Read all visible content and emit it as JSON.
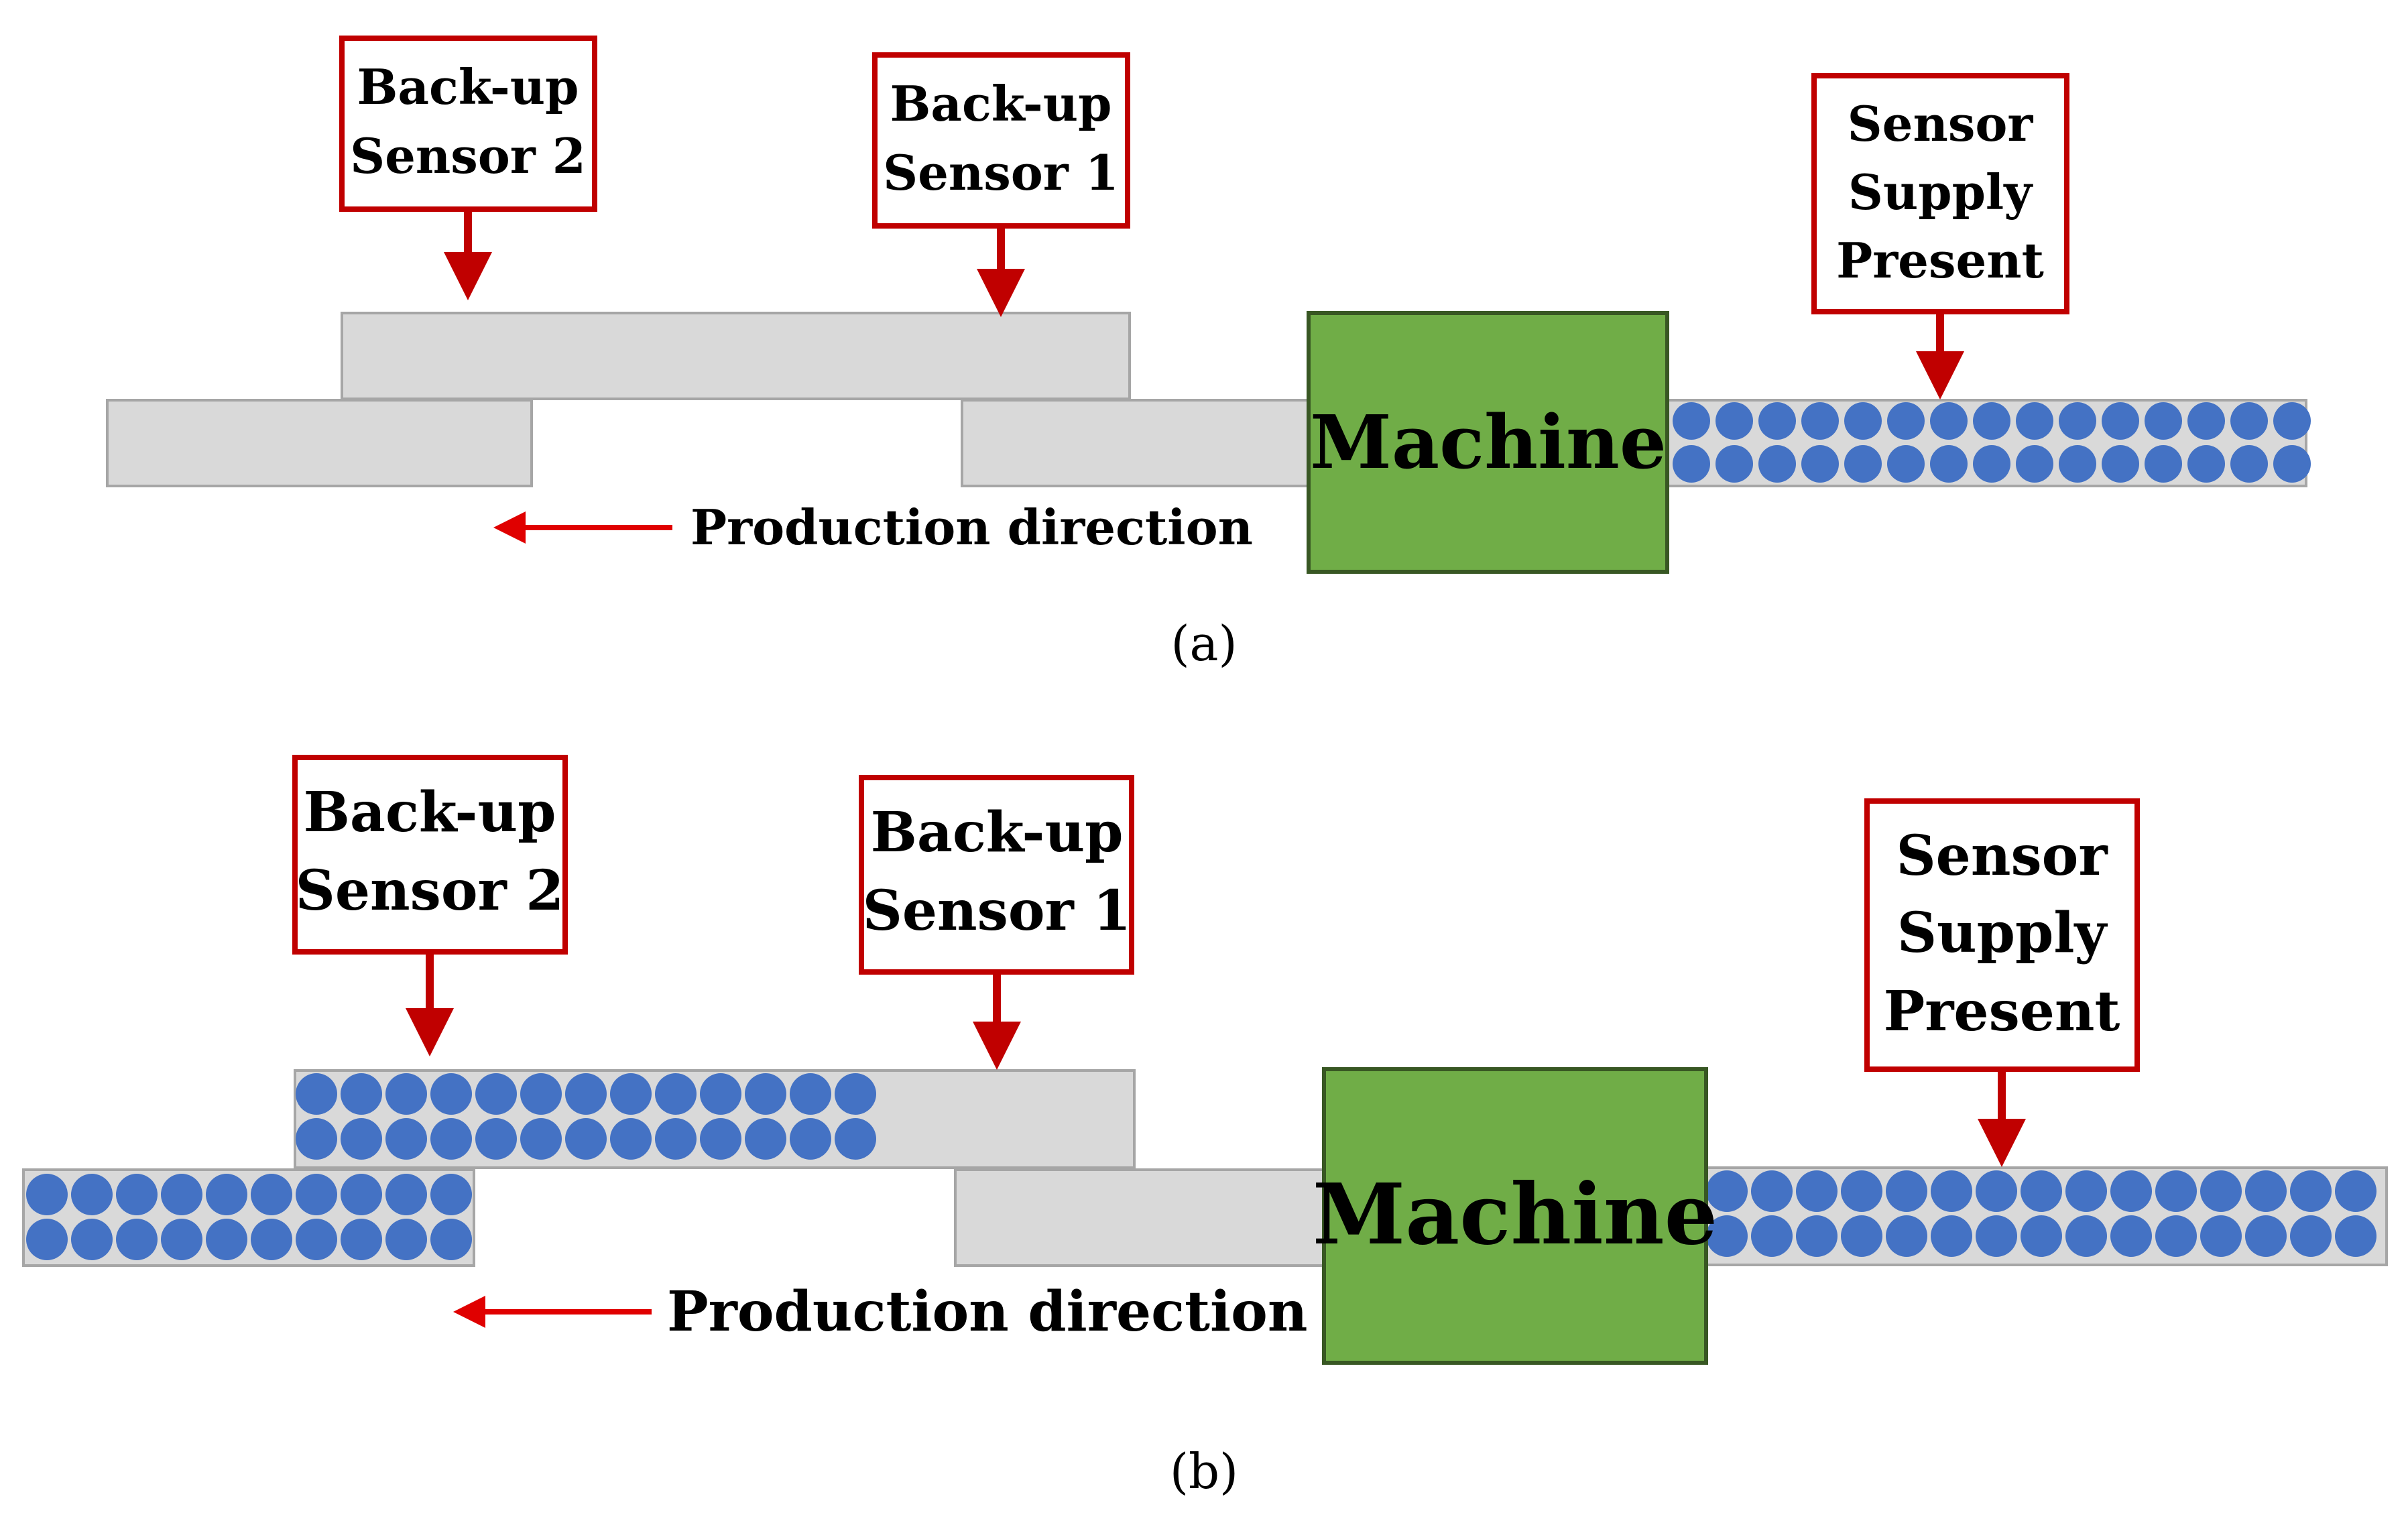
{
  "colors": {
    "sensor_border": "#c00000",
    "arrow": "#c00000",
    "machine_fill": "#70ad47",
    "conveyor_fill": "#d9d9d9",
    "item_fill": "#4472c4",
    "direction_arrow": "#e00000"
  },
  "panel_a": {
    "backup_sensor_2": {
      "line1": "Back-up",
      "line2": "Sensor 2"
    },
    "backup_sensor_1": {
      "line1": "Back-up",
      "line2": "Sensor 1"
    },
    "sensor_supply_present": {
      "line1": "Sensor",
      "line2": "Supply",
      "line3": "Present"
    },
    "machine_label": "Machine",
    "direction_label": "Production direction",
    "caption": "(a)"
  },
  "panel_b": {
    "backup_sensor_2": {
      "line1": "Back-up",
      "line2": "Sensor 2"
    },
    "backup_sensor_1": {
      "line1": "Back-up",
      "line2": "Sensor 1"
    },
    "sensor_supply_present": {
      "line1": "Sensor",
      "line2": "Supply",
      "line3": "Present"
    },
    "machine_label": "Machine",
    "direction_label": "Production direction",
    "caption": "(b)"
  }
}
